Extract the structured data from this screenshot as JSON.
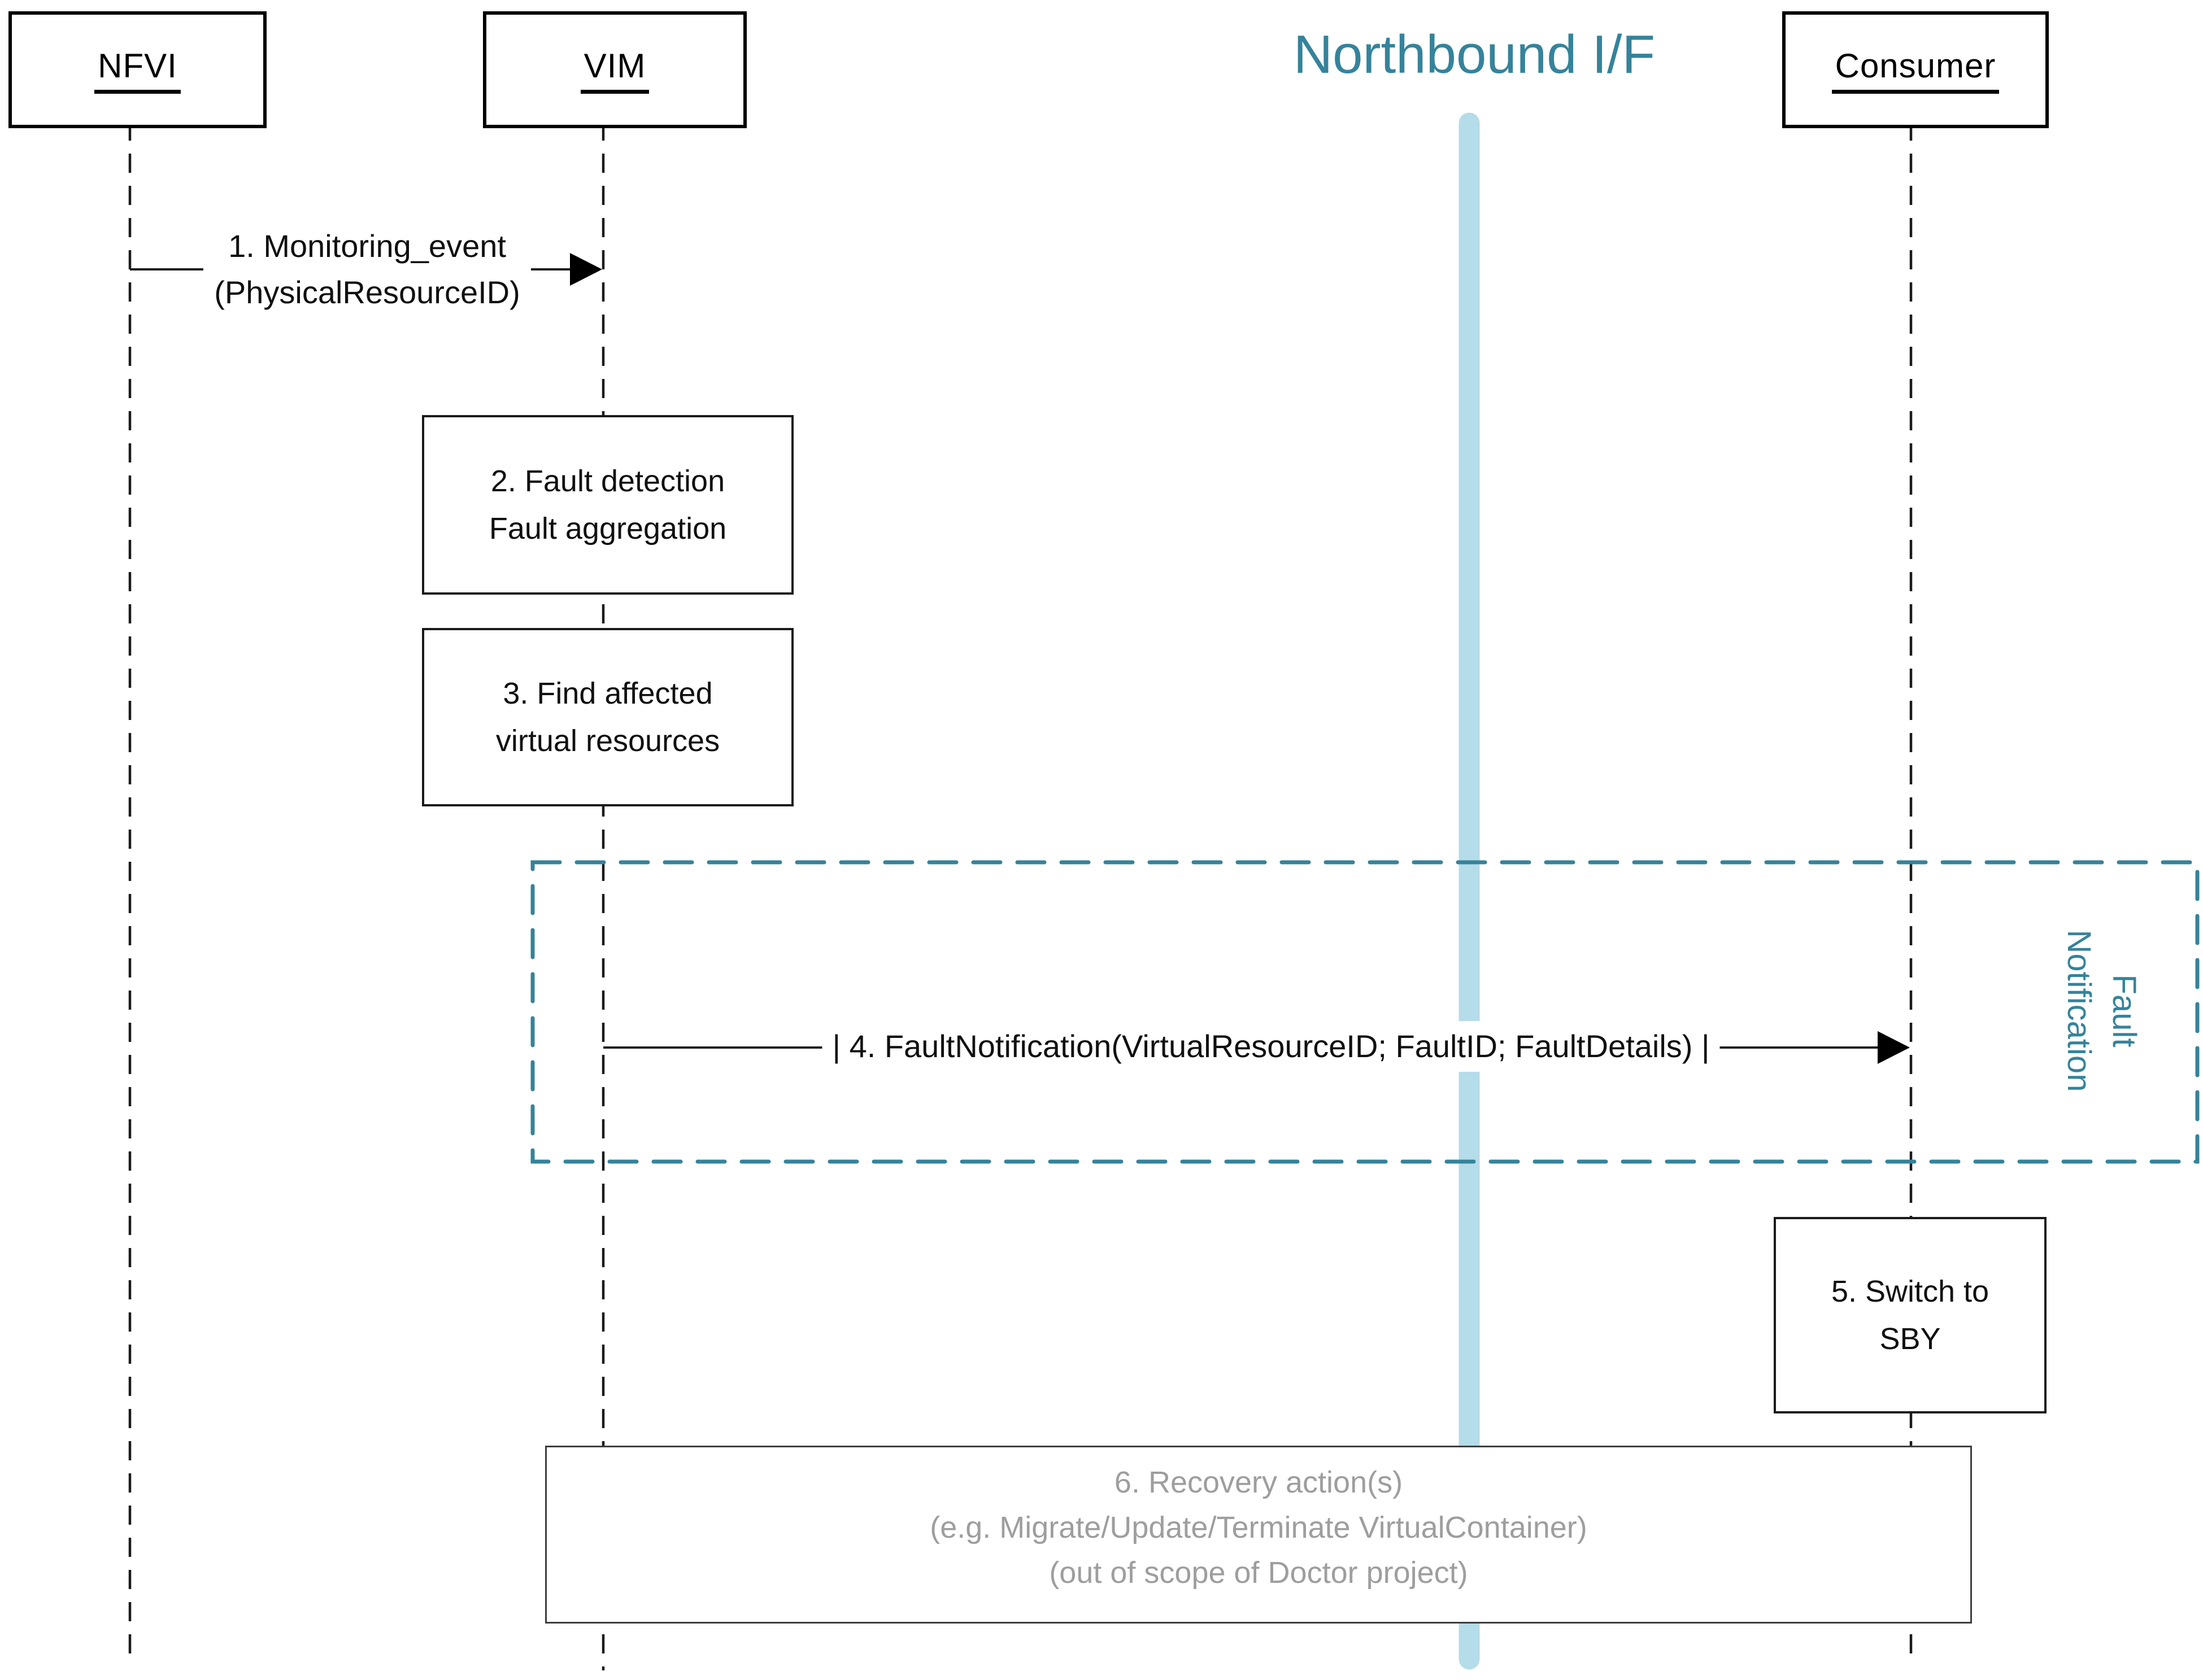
{
  "diagram": {
    "participants": [
      {
        "id": "nfvi",
        "label": "NFVI"
      },
      {
        "id": "vim",
        "label": "VIM"
      },
      {
        "id": "consumer",
        "label": "Consumer"
      }
    ],
    "interface_title": "Northbound I/F",
    "messages": {
      "msg1": {
        "line1": "1. Monitoring_event",
        "line2": "(PhysicalResourceID)"
      },
      "msg4": {
        "label": "| 4. FaultNotification(VirtualResourceID; FaultID; FaultDetails) |"
      }
    },
    "boxes": {
      "box2": {
        "line1": "2. Fault detection",
        "line2": "Fault aggregation"
      },
      "box3": {
        "line1": "3. Find affected",
        "line2": "virtual resources"
      },
      "box5": {
        "line1": "5. Switch to",
        "line2": "SBY"
      },
      "box6": {
        "line1": "6. Recovery action(s)",
        "line2": "(e.g. Migrate/Update/Terminate VirtualContainer)",
        "line3": "(out of scope of Doctor project)"
      }
    },
    "group": {
      "label_line1": "Fault",
      "label_line2": "Notification"
    },
    "colors": {
      "teal": "#35839B",
      "light_blue": "#B5DCE9",
      "gray_text": "#9E9E9E",
      "line_black": "#1a1a1a"
    }
  }
}
